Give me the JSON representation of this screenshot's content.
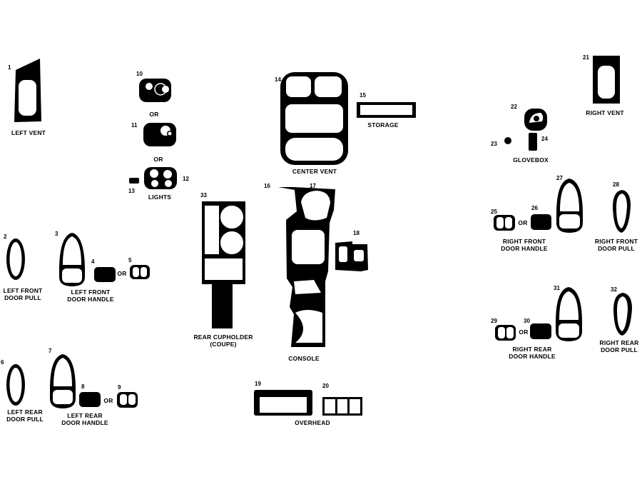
{
  "colors": {
    "ink": "#000000",
    "paper": "#ffffff"
  },
  "labels": {
    "left_vent": "LEFT VENT",
    "or1": "OR",
    "or2": "OR",
    "lights": "LIGHTS",
    "center_vent": "CENTER VENT",
    "storage": "STORAGE",
    "right_vent": "RIGHT VENT",
    "glovebox": "GLOVEBOX",
    "left_front_door_pull": [
      "LEFT FRONT",
      "DOOR PULL"
    ],
    "left_front_door_handle": [
      "LEFT FRONT",
      "DOOR HANDLE"
    ],
    "or_lf": "OR",
    "rear_cupholder": [
      "REAR CUPHOLDER",
      "(COUPE)"
    ],
    "console": "CONSOLE",
    "right_front_door_handle": [
      "RIGHT FRONT",
      "DOOR HANDLE"
    ],
    "or_rf": "OR",
    "right_front_door_pull": [
      "RIGHT FRONT",
      "DOOR PULL"
    ],
    "right_rear_door_handle": [
      "RIGHT REAR",
      "DOOR HANDLE"
    ],
    "or_rr": "OR",
    "right_rear_door_pull": [
      "RIGHT REAR",
      "DOOR PULL"
    ],
    "left_rear_door_pull": [
      "LEFT REAR",
      "DOOR PULL"
    ],
    "left_rear_door_handle": [
      "LEFT REAR",
      "DOOR HANDLE"
    ],
    "or_lr": "OR",
    "overhead": "OVERHEAD"
  },
  "numbers": [
    "1",
    "2",
    "3",
    "4",
    "5",
    "6",
    "7",
    "8",
    "9",
    "10",
    "11",
    "12",
    "13",
    "14",
    "15",
    "16",
    "17",
    "18",
    "19",
    "20",
    "21",
    "22",
    "23",
    "24",
    "25",
    "26",
    "27",
    "28",
    "29",
    "30",
    "31",
    "32",
    "33"
  ]
}
